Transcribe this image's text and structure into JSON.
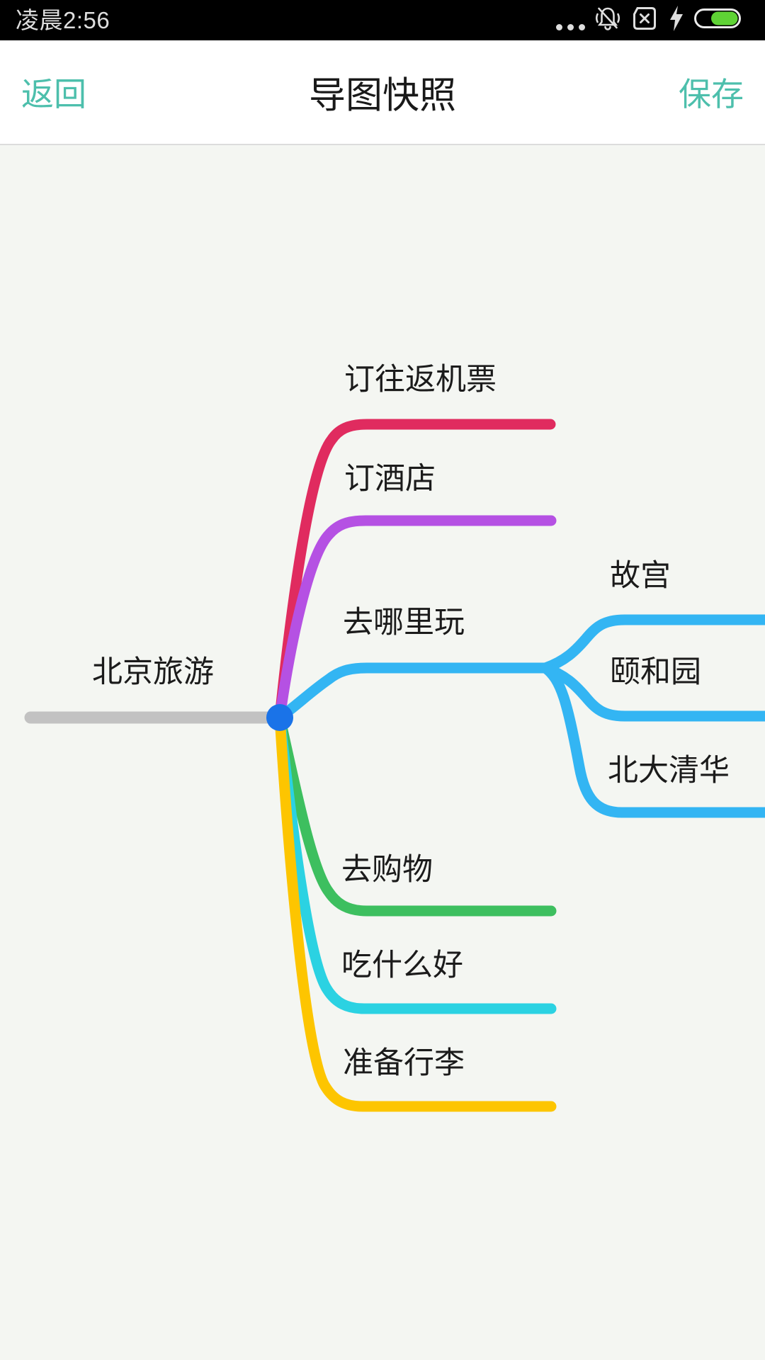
{
  "status_bar": {
    "time": "凌晨2:56",
    "bg_color": "#000000",
    "icon_color": "#dedede",
    "battery_color": "#5fd335",
    "icons": [
      "overflow-dots-icon",
      "mute-bell-icon",
      "no-sim-icon",
      "charging-bolt-icon",
      "battery-icon"
    ]
  },
  "nav_bar": {
    "back_label": "返回",
    "title": "导图快照",
    "save_label": "保存",
    "accent_color": "#4dbfac"
  },
  "mindmap": {
    "background": "#f4f6f2",
    "root": {
      "label": "北京旅游",
      "line_color": "#c2c2c2",
      "node_color": "#1a73e8"
    },
    "branches": [
      {
        "label": "订往返机票",
        "color": "#e02b5f"
      },
      {
        "label": "订酒店",
        "color": "#b551e3"
      },
      {
        "label": "去哪里玩",
        "color": "#33b5f3",
        "children": [
          {
            "label": "故宫"
          },
          {
            "label": "颐和园"
          },
          {
            "label": "北大清华"
          }
        ]
      },
      {
        "label": "去购物",
        "color": "#3dbf5f"
      },
      {
        "label": "吃什么好",
        "color": "#2bd2e2"
      },
      {
        "label": "准备行李",
        "color": "#fdc500"
      }
    ]
  }
}
